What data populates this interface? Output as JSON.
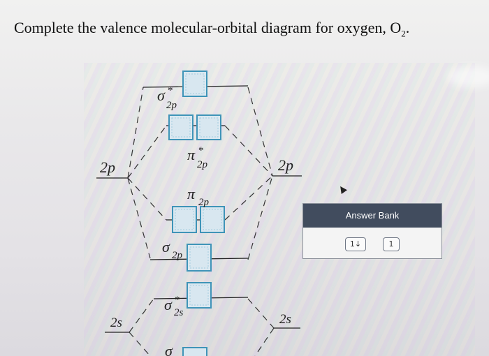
{
  "question": {
    "text": "Complete the valence molecular-orbital diagram for oxygen, O",
    "subscript": "2",
    "end": "."
  },
  "labels": {
    "left_2p": "2p",
    "right_2p": "2p",
    "left_2s": "2s",
    "right_2s": "2s",
    "sigma_star_2p": {
      "symbol": "σ",
      "sup": "*",
      "sub": "2p"
    },
    "pi_star_2p": {
      "symbol": "π",
      "sup": "*",
      "sub": "2p"
    },
    "pi_2p": {
      "symbol": "π",
      "sub": "2p"
    },
    "sigma_2p": {
      "symbol": "σ",
      "sub": "2p"
    },
    "sigma_star_2s": {
      "symbol": "σ",
      "sup": "*",
      "sub": "2s"
    },
    "sigma_2s": {
      "symbol": "σ"
    }
  },
  "answer_bank": {
    "title": "Answer Bank",
    "tiles": [
      "1↓",
      "1"
    ]
  }
}
